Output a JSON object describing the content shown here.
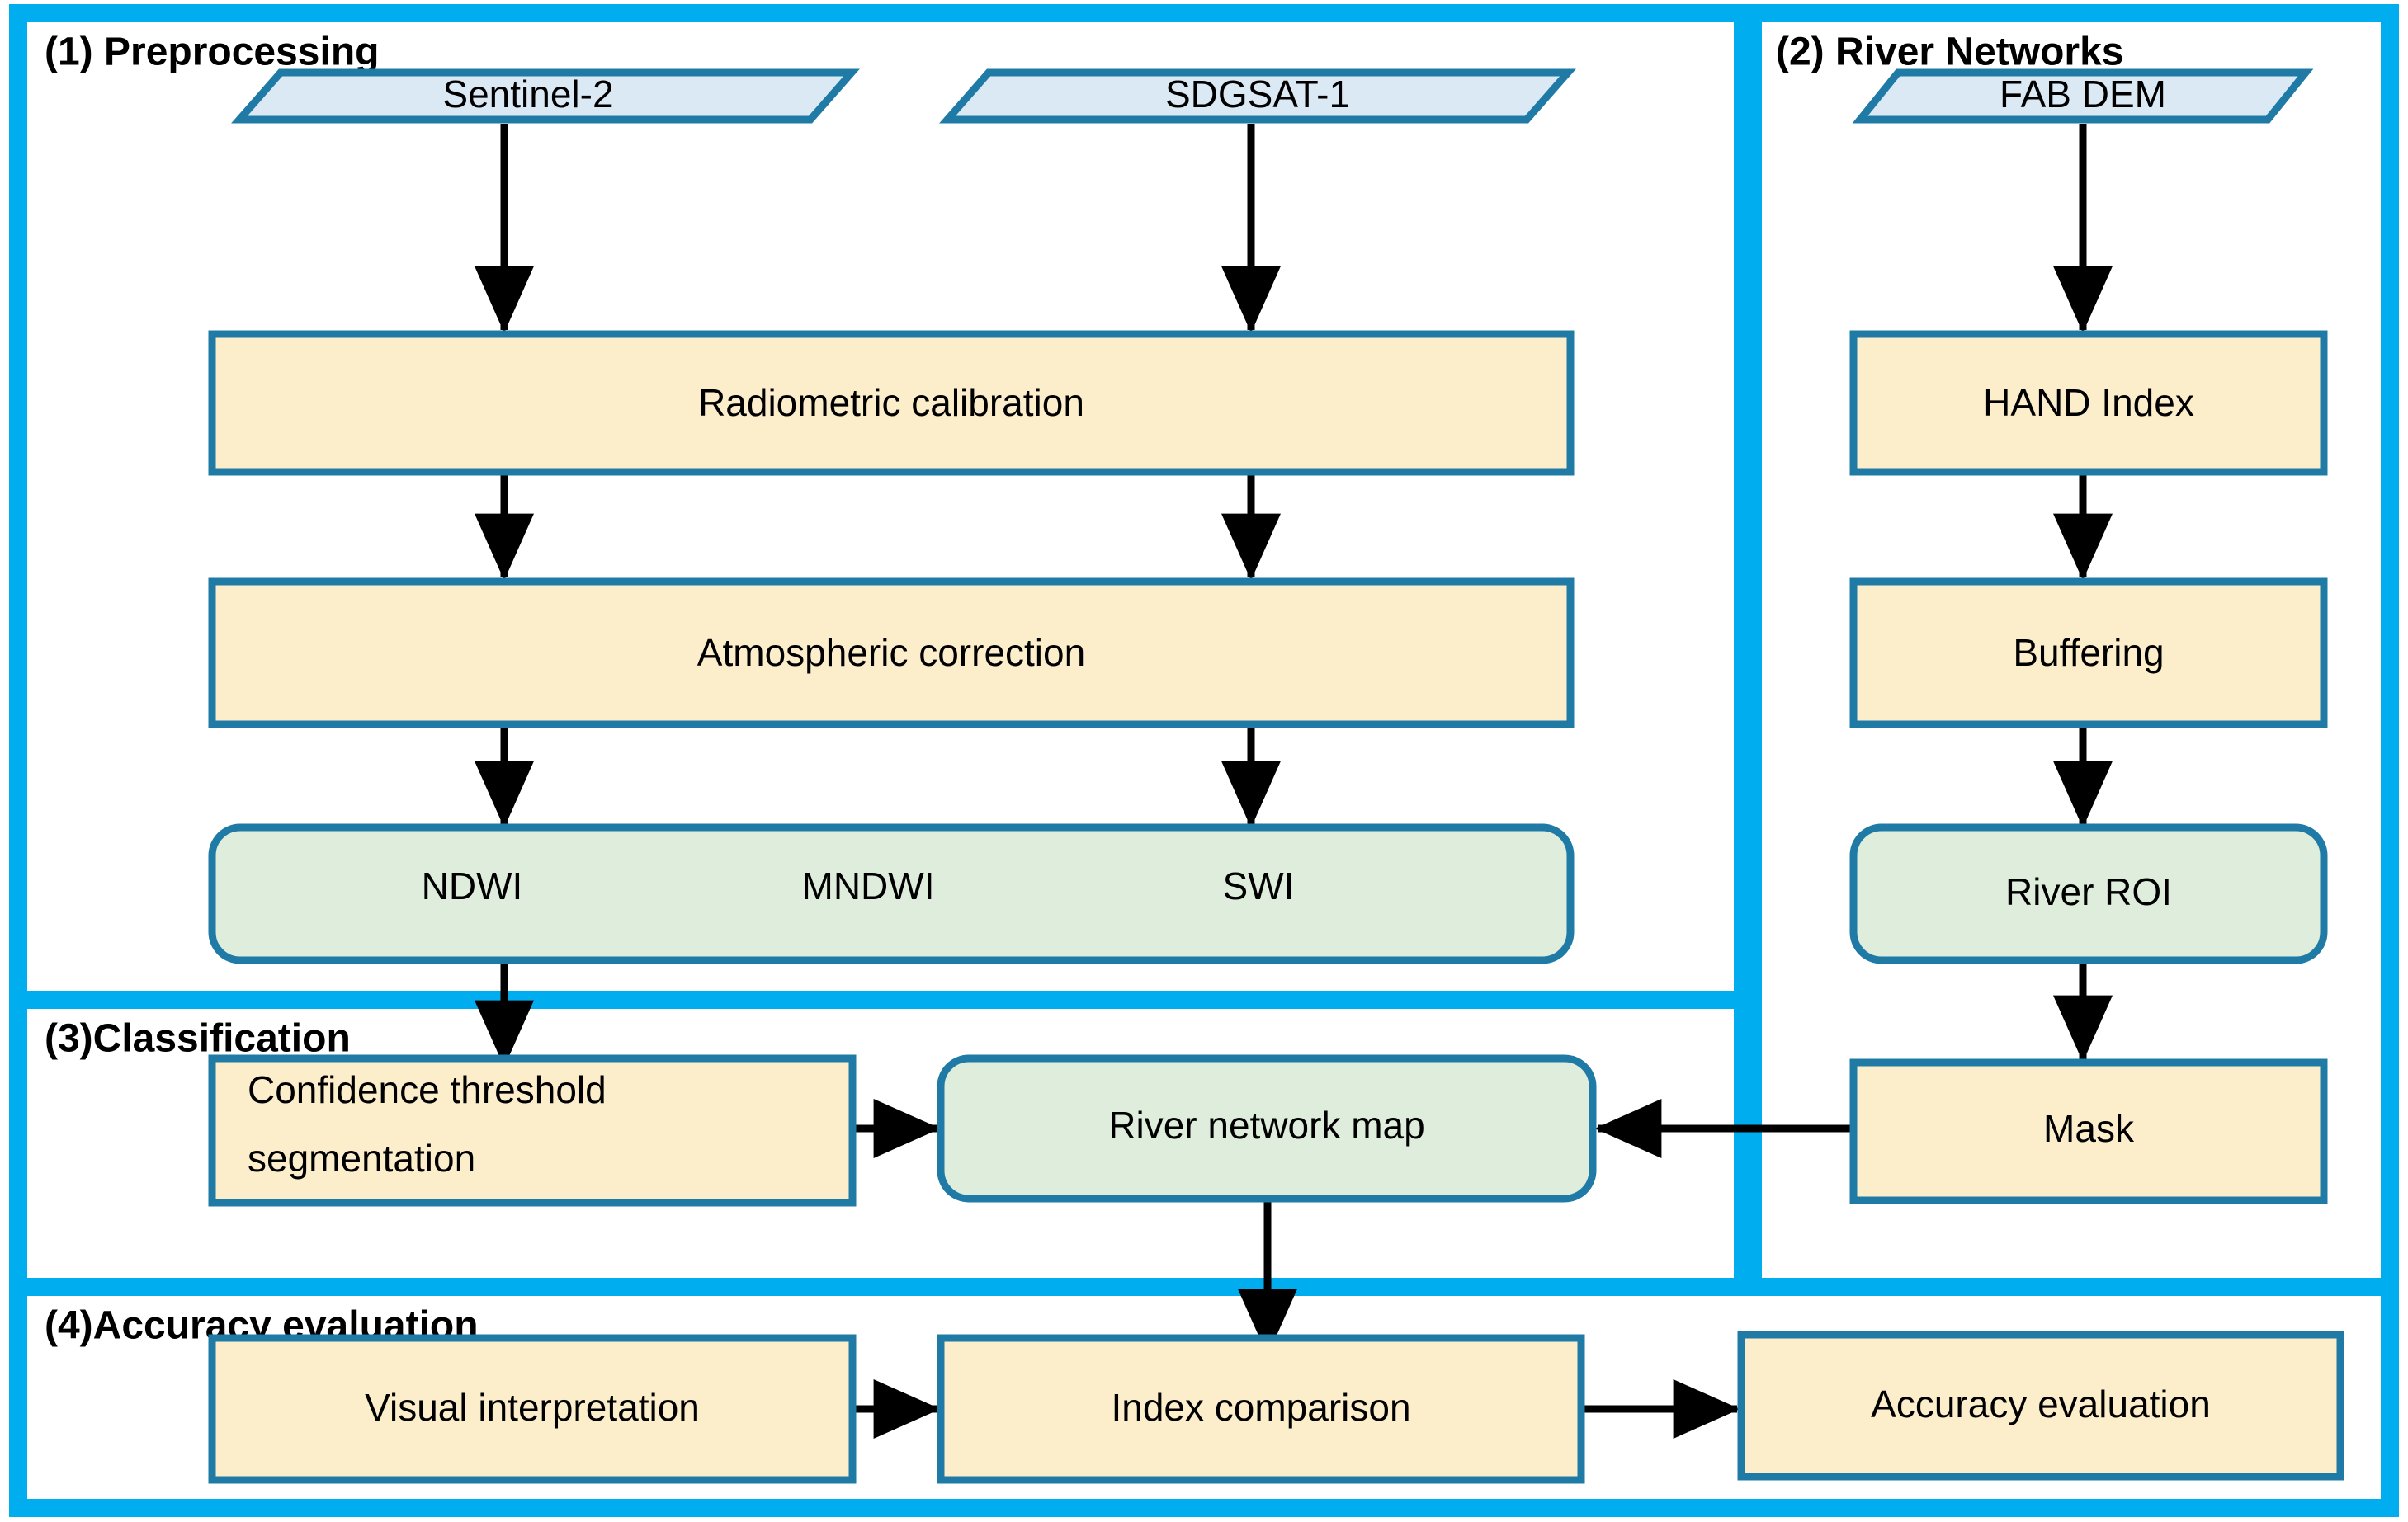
{
  "figure": {
    "type": "flowchart",
    "orientation": "mixed",
    "panels": [
      {
        "id": "preprocessing",
        "title": "(1) Preprocessing"
      },
      {
        "id": "river-networks",
        "title": "(2) River Networks"
      },
      {
        "id": "classification",
        "title": "(3)Classification"
      },
      {
        "id": "accuracy-evaluation",
        "title": "(4)Accuracy evaluation"
      }
    ]
  },
  "colors": {
    "panel_border": "#00AEEF",
    "node_border": "#1F7BA6",
    "data_fill": "#DBE9F4",
    "process_fill": "#FCEECB",
    "output_fill": "#DEEDDC",
    "arrow": "#000000",
    "background": "#FFFFFF"
  },
  "nodes": {
    "sentinel2": {
      "label": "Sentinel-2",
      "shape": "parallelogram",
      "fill": "data"
    },
    "sdgsat1": {
      "label": "SDGSAT-1",
      "shape": "parallelogram",
      "fill": "data"
    },
    "fabdem": {
      "label": "FAB DEM",
      "shape": "parallelogram",
      "fill": "data"
    },
    "radiometric": {
      "label": "Radiometric calibration",
      "shape": "rect",
      "fill": "process"
    },
    "atmospheric": {
      "label": "Atmospheric correction",
      "shape": "rect",
      "fill": "process"
    },
    "indices": {
      "shape": "rounded-rect",
      "fill": "output",
      "items": [
        "NDWI",
        "MNDWI",
        "SWI"
      ]
    },
    "hand_index": {
      "label": "HAND Index",
      "shape": "rect",
      "fill": "process"
    },
    "buffering": {
      "label": "Buffering",
      "shape": "rect",
      "fill": "process"
    },
    "river_roi": {
      "label": "River ROI",
      "shape": "rounded-rect",
      "fill": "output"
    },
    "mask": {
      "label": "Mask",
      "shape": "rect",
      "fill": "process"
    },
    "confidence": {
      "shape": "rect",
      "fill": "process",
      "lines": [
        "Confidence threshold",
        "segmentation"
      ]
    },
    "river_network_map": {
      "label": "River network map",
      "shape": "rounded-rect",
      "fill": "output"
    },
    "visual_interpretation": {
      "label": "Visual interpretation",
      "shape": "rect",
      "fill": "process"
    },
    "index_comparison": {
      "label": "Index comparison",
      "shape": "rect",
      "fill": "process"
    },
    "accuracy_evaluation": {
      "label": "Accuracy evaluation",
      "shape": "rect",
      "fill": "process"
    }
  },
  "edges": [
    {
      "from": "sentinel2",
      "to": "radiometric",
      "dir": "down"
    },
    {
      "from": "sdgsat1",
      "to": "radiometric",
      "dir": "down"
    },
    {
      "from": "radiometric",
      "to": "atmospheric",
      "dir": "down",
      "lane": "left"
    },
    {
      "from": "radiometric",
      "to": "atmospheric",
      "dir": "down",
      "lane": "right"
    },
    {
      "from": "atmospheric",
      "to": "indices",
      "dir": "down",
      "lane": "left"
    },
    {
      "from": "atmospheric",
      "to": "indices",
      "dir": "down",
      "lane": "right"
    },
    {
      "from": "indices",
      "to": "confidence",
      "dir": "down"
    },
    {
      "from": "confidence",
      "to": "river_network_map",
      "dir": "right"
    },
    {
      "from": "fabdem",
      "to": "hand_index",
      "dir": "down"
    },
    {
      "from": "hand_index",
      "to": "buffering",
      "dir": "down"
    },
    {
      "from": "buffering",
      "to": "river_roi",
      "dir": "down"
    },
    {
      "from": "river_roi",
      "to": "mask",
      "dir": "down"
    },
    {
      "from": "mask",
      "to": "river_network_map",
      "dir": "left"
    },
    {
      "from": "river_network_map",
      "to": "index_comparison",
      "dir": "down"
    },
    {
      "from": "visual_interpretation",
      "to": "index_comparison",
      "dir": "right"
    },
    {
      "from": "index_comparison",
      "to": "accuracy_evaluation",
      "dir": "right"
    }
  ]
}
